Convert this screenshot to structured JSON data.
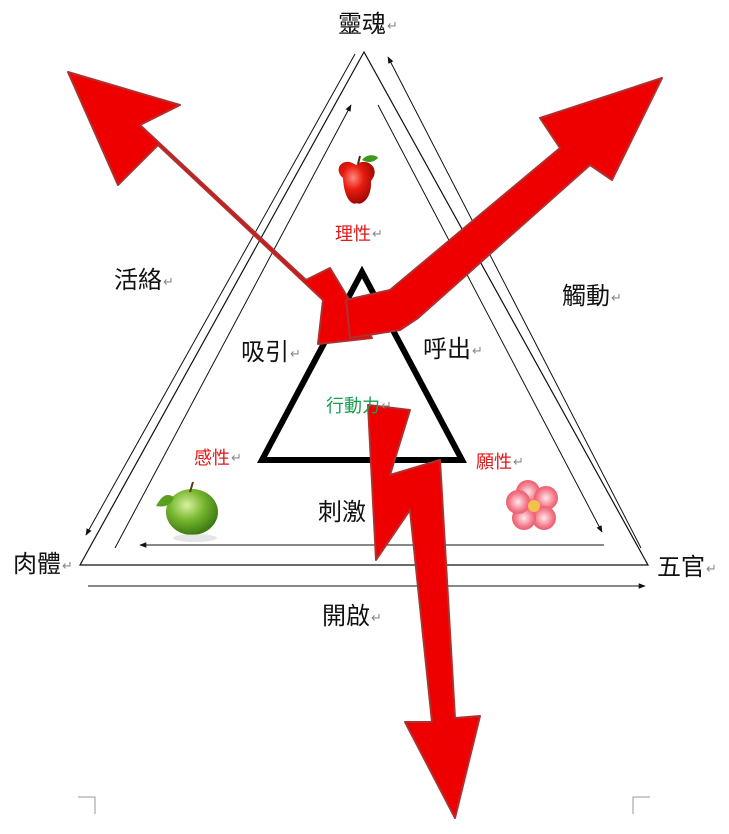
{
  "labels": {
    "spirit": "靈魂",
    "vitality": "活絡",
    "touch": "觸動",
    "reason": "理性",
    "attract": "吸引",
    "exhale": "呼出",
    "action": "行動力",
    "emotion": "感性",
    "will": "願性",
    "stimulus": "刺激",
    "body": "肉體",
    "senses": "五官",
    "open": "開啟"
  },
  "paragraph_mark": "↵",
  "colors": {
    "arrow_fill": "#ee0000",
    "arrow_outline": "#b03030",
    "label_red": "#e01818",
    "label_green": "#18a050",
    "line": "#111111"
  },
  "icons": [
    "red-apple-icon",
    "green-apple-icon",
    "pink-flower-icon"
  ]
}
